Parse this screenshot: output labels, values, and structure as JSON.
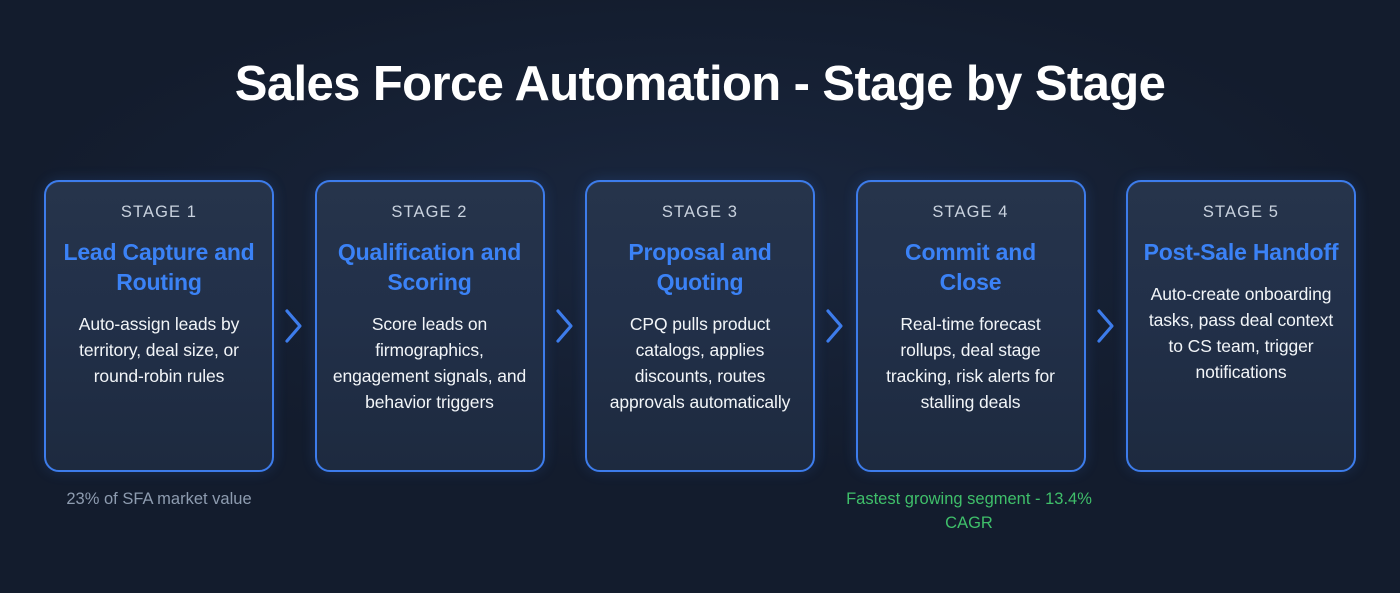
{
  "header": {
    "title": "Sales Force Automation - Stage by Stage"
  },
  "theme": {
    "background": "#131c2d",
    "card_border": "#3d7ceb",
    "card_title": "#3b82f6",
    "stage_label": "#c9d2de",
    "body_text": "#f2f5f8",
    "footnote_muted": "#8e9cb0",
    "footnote_green": "#3fbf6a",
    "connector": "#3d7ceb"
  },
  "flow": {
    "connector_icon": "chevron-right-icon",
    "stages": [
      {
        "stage_label": "STAGE 1",
        "title": "Lead Capture and Routing",
        "description": "Auto-assign leads by territory, deal size, or round-robin rules"
      },
      {
        "stage_label": "STAGE 2",
        "title": "Qualification and Scoring",
        "description": "Score leads on firmographics, engagement signals, and behavior triggers"
      },
      {
        "stage_label": "STAGE 3",
        "title": "Proposal and Quoting",
        "description": "CPQ pulls product catalogs, applies discounts, routes approvals automatically"
      },
      {
        "stage_label": "STAGE 4",
        "title": "Commit and Close",
        "description": "Real-time forecast rollups, deal stage tracking, risk alerts for stalling deals"
      },
      {
        "stage_label": "STAGE 5",
        "title": "Post-Sale Handoff",
        "description": "Auto-create onboarding tasks, pass deal context to CS team, trigger notifications"
      }
    ]
  },
  "footnotes": [
    {
      "text": "23% of SFA market value",
      "attached_to_stage": "STAGE 1",
      "style": "muted"
    },
    {
      "text": "Fastest growing segment - 13.4% CAGR",
      "attached_to_stage": "STAGE 4",
      "style": "green"
    }
  ]
}
